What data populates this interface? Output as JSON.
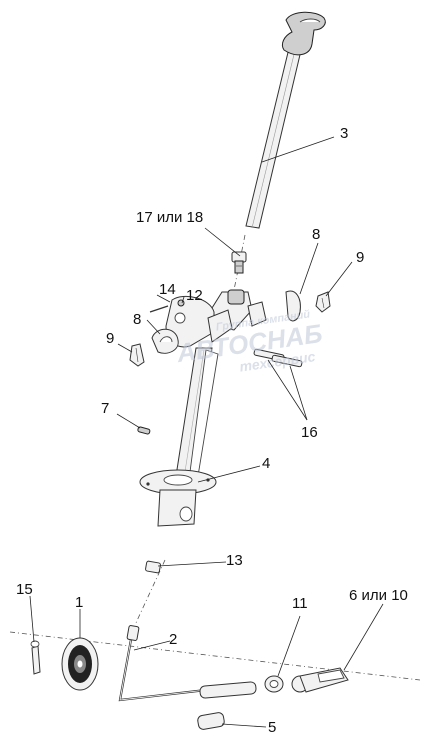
{
  "watermark": {
    "line1": "Группа компаний",
    "line2": "АВТОСНАБ",
    "line3": "техсервис"
  },
  "callouts": {
    "c1": "1",
    "c2": "2",
    "c3": "3",
    "c4": "4",
    "c5": "5",
    "c6_10": "6 или 10",
    "c7": "7",
    "c8_left": "8",
    "c8_right": "8",
    "c9_left": "9",
    "c9_right": "9",
    "c11": "11",
    "c12": "12",
    "c13": "13",
    "c14": "14",
    "c15": "15",
    "c16": "16",
    "c17_18": "17 или 18"
  }
}
